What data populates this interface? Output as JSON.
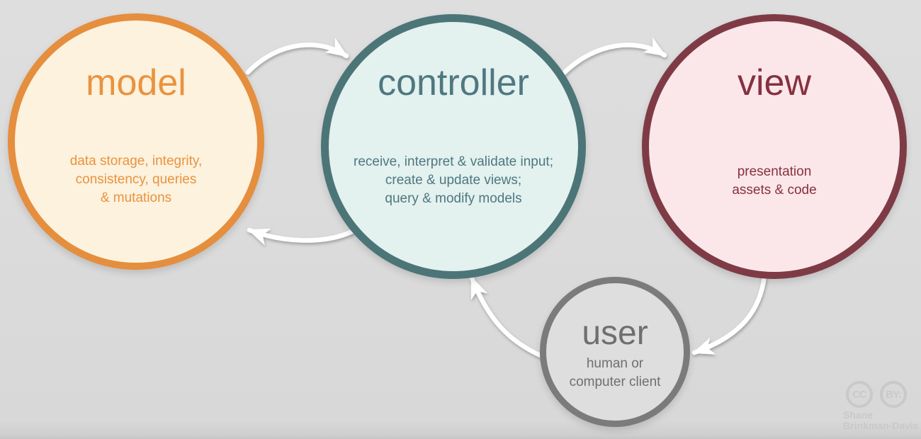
{
  "diagram": {
    "name": "model-view-controller",
    "background_color": "#DBDBDB",
    "arrow_color": "#FFFFFF",
    "nodes": [
      {
        "id": "model",
        "title": "model",
        "description": "data storage, integrity,\nconsistency, queries\n& mutations",
        "border_color": "#E58E3E",
        "fill_color": "#FCF2DE",
        "text_color": "#E9933E"
      },
      {
        "id": "controller",
        "title": "controller",
        "description": "receive, interpret & validate input;\ncreate & update views;\nquery & modify models",
        "border_color": "#4C7578",
        "fill_color": "#E3F1EF",
        "text_color": "#4E7880"
      },
      {
        "id": "view",
        "title": "view",
        "description": "presentation\nassets & code",
        "border_color": "#7E3B46",
        "fill_color": "#FBE7E9",
        "text_color": "#86313F"
      },
      {
        "id": "user",
        "title": "user",
        "description": "human or\ncomputer client",
        "border_color": "#7B7B7B",
        "fill_color": "#DEDEDE",
        "text_color": "#6F6F6F"
      }
    ],
    "arrows": [
      {
        "from": "model",
        "to": "controller"
      },
      {
        "from": "controller",
        "to": "view"
      },
      {
        "from": "controller",
        "to": "model"
      },
      {
        "from": "view",
        "to": "user"
      },
      {
        "from": "user",
        "to": "controller"
      }
    ]
  },
  "credit": {
    "badge_cc": "CC",
    "badge_by": "BY:",
    "name": "Shane\nBrinkman-Davis",
    "color": "#C9C9C9"
  }
}
